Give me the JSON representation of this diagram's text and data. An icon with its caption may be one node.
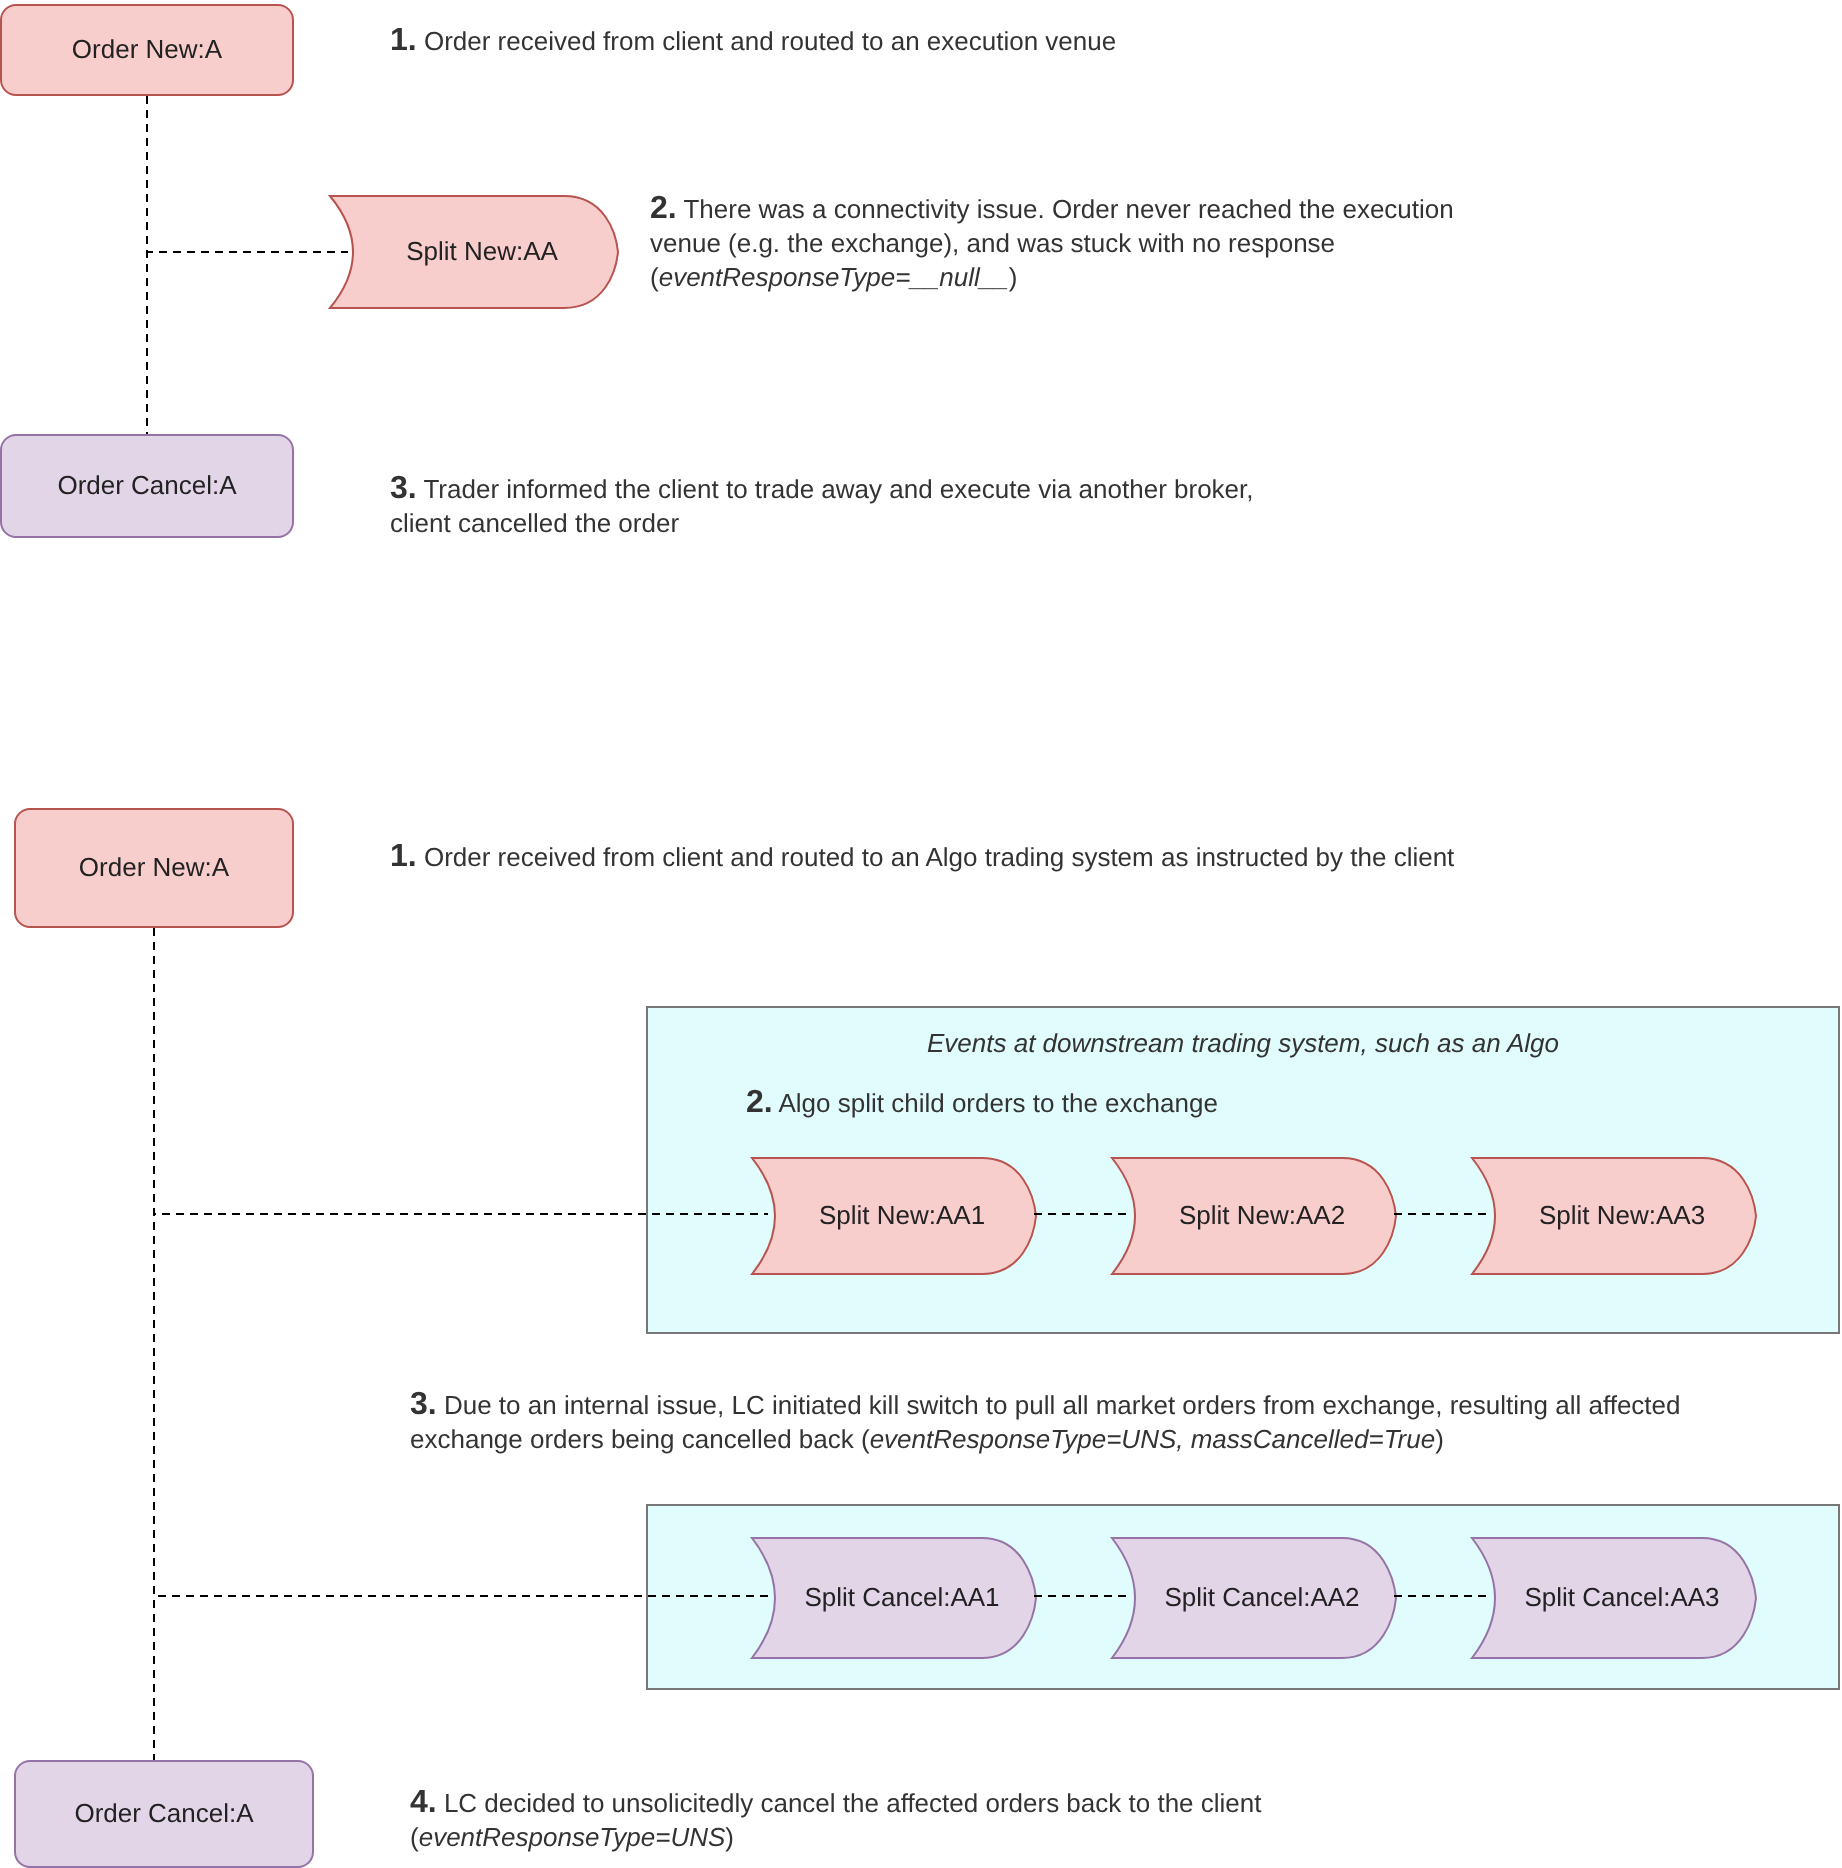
{
  "diagram": {
    "nodes": [
      {
        "text": [
          "Order New:A"
        ]
      },
      {
        "text": [
          "Split New:AA"
        ]
      },
      {
        "text": [
          "Order Cancel:A"
        ]
      },
      {
        "text": [
          "Order New:A"
        ]
      },
      {
        "text": [
          "Events at downstream trading system, such as an Algo",
          "**2.** Algo split child orders to the exchange"
        ]
      },
      {
        "text": [
          "Split New:AA1"
        ],
        "in": 4
      },
      {
        "text": [
          "Split New:AA2"
        ],
        "in": 4
      },
      {
        "text": [
          "Split New:AA3"
        ],
        "in": 4
      },
      {
        "text": [],
        "shape": "box"
      },
      {
        "text": [
          "Split Cancel:AA1"
        ],
        "in": 8
      },
      {
        "text": [
          "Split Cancel:AA2"
        ],
        "in": 8
      },
      {
        "text": [
          "Split Cancel:AA3"
        ],
        "in": 8
      },
      {
        "text": [
          "Order Cancel:A"
        ]
      }
    ],
    "edges": [
      {
        "from": 0,
        "to": 1,
        "arrow": "none",
        "style": "dashed"
      },
      {
        "from": 0,
        "to": 2,
        "arrow": "none",
        "style": "dashed"
      },
      {
        "from": 3,
        "to": 5,
        "arrow": "none",
        "style": "dashed"
      },
      {
        "from": 5,
        "to": 6,
        "arrow": "none",
        "style": "dashed"
      },
      {
        "from": 6,
        "to": 7,
        "arrow": "none",
        "style": "dashed"
      },
      {
        "from": 3,
        "to": 9,
        "arrow": "none",
        "style": "dashed"
      },
      {
        "from": 9,
        "to": 10,
        "arrow": "none",
        "style": "dashed"
      },
      {
        "from": 10,
        "to": 11,
        "arrow": "none",
        "style": "dashed"
      },
      {
        "from": 3,
        "to": 12,
        "arrow": "none",
        "style": "dashed"
      }
    ],
    "labels": [
      "**1.** Order received from client and routed to an execution venue",
      "**2.** There was a connectivity issue. Order never reached the execution venue (e.g. the exchange), and was stuck with no response (*eventResponseType=__null__*)",
      "**3.** Trader informed the client to trade away and execute via another broker, client cancelled the order",
      "**1.** Order received from client and routed to an Algo trading system as instructed by the client",
      "**3.** Due to an internal issue, LC initiated kill switch to pull all market orders from exchange, resulting all affected exchange orders being cancelled back (*eventResponseType=UNS, massCancelled=True*)",
      "**4.** LC decided to unsolicitedly cancel the affected orders back to the client (*eventResponseType=UNS*)"
    ]
  }
}
